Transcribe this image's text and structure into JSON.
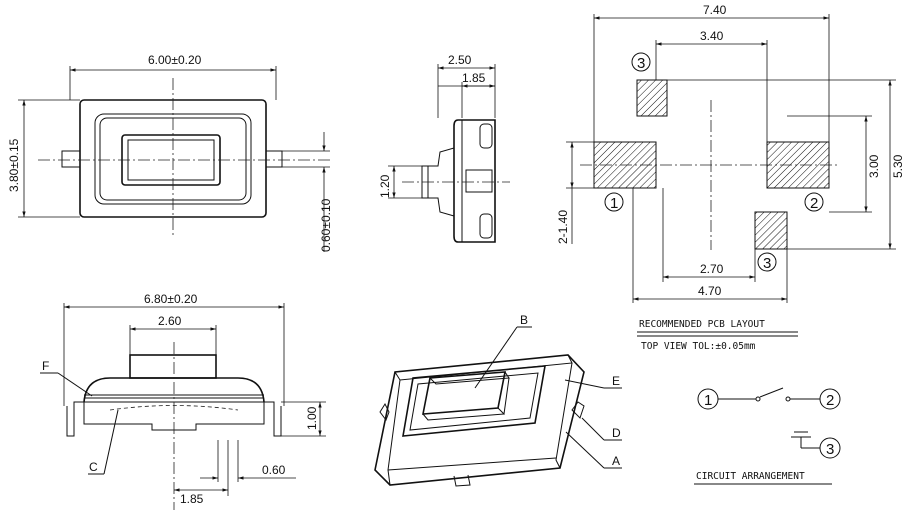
{
  "dimensions": {
    "top_width": "6.00±0.20",
    "top_height": "3.80±0.15",
    "top_lead": "0.60±0.10",
    "side_width": "2.50",
    "side_inner": "1.85",
    "side_height": "1.20",
    "front_width": "6.80±0.20",
    "front_actuator": "2.60",
    "front_height": "1.00",
    "front_lead": "0.60",
    "front_offset": "1.85",
    "pcb_total_width": "7.40",
    "pcb_pad_spacing": "3.40",
    "pcb_height": "5.30",
    "pcb_pad_vertical": "3.00",
    "pcb_pad_height": "2-1.40",
    "pcb_lower_spacing": "2.70",
    "pcb_lower_width": "4.70"
  },
  "pins": {
    "p1": "1",
    "p2": "2",
    "p3": "3"
  },
  "labels": {
    "A": "A",
    "B": "B",
    "C": "C",
    "D": "D",
    "E": "E",
    "F": "F"
  },
  "captions": {
    "pcb_title": "RECOMMENDED PCB LAYOUT",
    "pcb_note": "TOP VIEW TOL:±0.05mm",
    "circuit_title": "CIRCUIT ARRANGEMENT"
  }
}
